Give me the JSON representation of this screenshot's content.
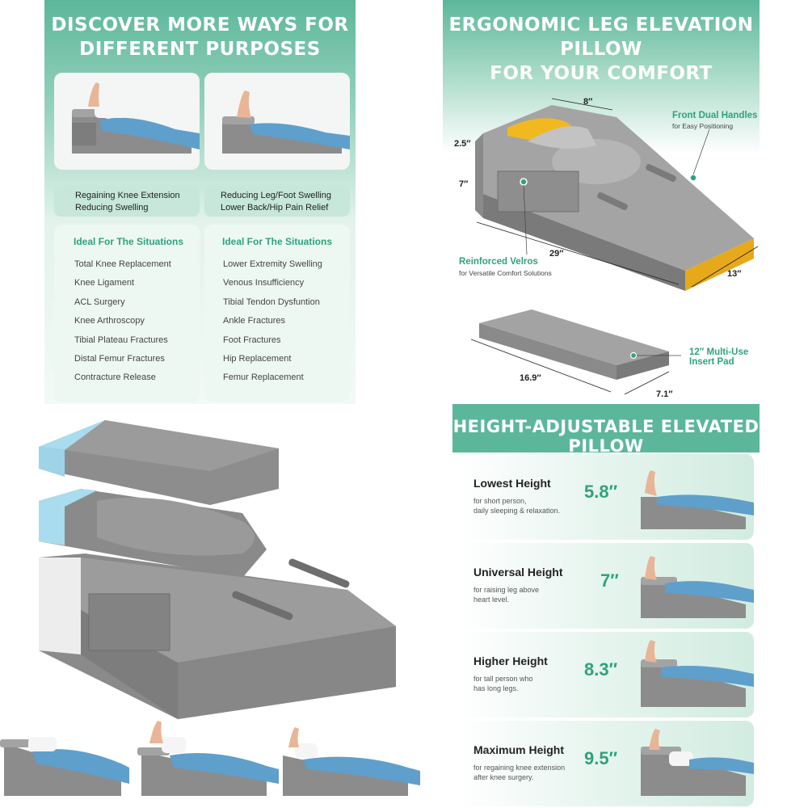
{
  "top_left": {
    "title_line1": "DISCOVER MORE WAYS FOR",
    "title_line2": "DIFFERENT PURPOSES",
    "left": {
      "chip_line1": "Regaining Knee Extension",
      "chip_line2": "Reducing Swelling",
      "heading": "Ideal For The Situations",
      "items": [
        "Total Knee Replacement",
        "Knee Ligament",
        "ACL Surgery",
        "Knee Arthroscopy",
        "Tibial Plateau Fractures",
        "Distal Femur Fractures",
        "Contracture Release"
      ]
    },
    "right": {
      "chip_line1": "Reducing Leg/Foot Swelling",
      "chip_line2": "Lower Back/Hip Pain Relief",
      "heading": "Ideal For The Situations",
      "items": [
        "Lower Extremity Swelling",
        "Venous Insufficiency",
        "Tibial Tendon Dysfuntion",
        "Ankle Fractures",
        "Foot Fractures",
        "Hip Replacement",
        "Femur Replacement"
      ]
    }
  },
  "top_right": {
    "title_line1": "ERGONOMIC LEG ELEVATION PILLOW",
    "title_line2": "FOR YOUR COMFORT",
    "dims": {
      "top_width": "8″",
      "top_height": "2.5″",
      "base_height": "7″",
      "length": "29″",
      "depth": "13″"
    },
    "callouts": {
      "handles_title": "Front Dual Handles",
      "handles_sub": "for Easy Positioning",
      "velros_title": "Reinforced Velros",
      "velros_sub": "for Versatile Comfort Solutions",
      "insert_title_line1": "12″ Multi-Use",
      "insert_title_line2": "Insert Pad"
    },
    "insert_dims": {
      "length": "16.9″",
      "width": "7.1″"
    }
  },
  "bottom_right": {
    "title": "HEIGHT-ADJUSTABLE ELEVATED PILLOW",
    "cards": [
      {
        "title": "Lowest Height",
        "desc_line1": "for short person,",
        "desc_line2": "daily sleeping & relaxation.",
        "value": "5.8″"
      },
      {
        "title": "Universal Height",
        "desc_line1": "for raising leg above",
        "desc_line2": "heart level.",
        "value": "7″"
      },
      {
        "title": "Higher Height",
        "desc_line1": "for tall person who",
        "desc_line2": "has long legs.",
        "value": "8.3″"
      },
      {
        "title": "Maximum Height",
        "desc_line1": "for regaining knee extension",
        "desc_line2": "after knee surgery.",
        "value": "9.5″"
      }
    ]
  },
  "colors": {
    "accent": "#2fa27e",
    "header_green": "#5cb79a",
    "foam_gray": "#8d8d8d",
    "memory_blue": "#a9dcee",
    "highlight_yellow": "#f2b820"
  }
}
